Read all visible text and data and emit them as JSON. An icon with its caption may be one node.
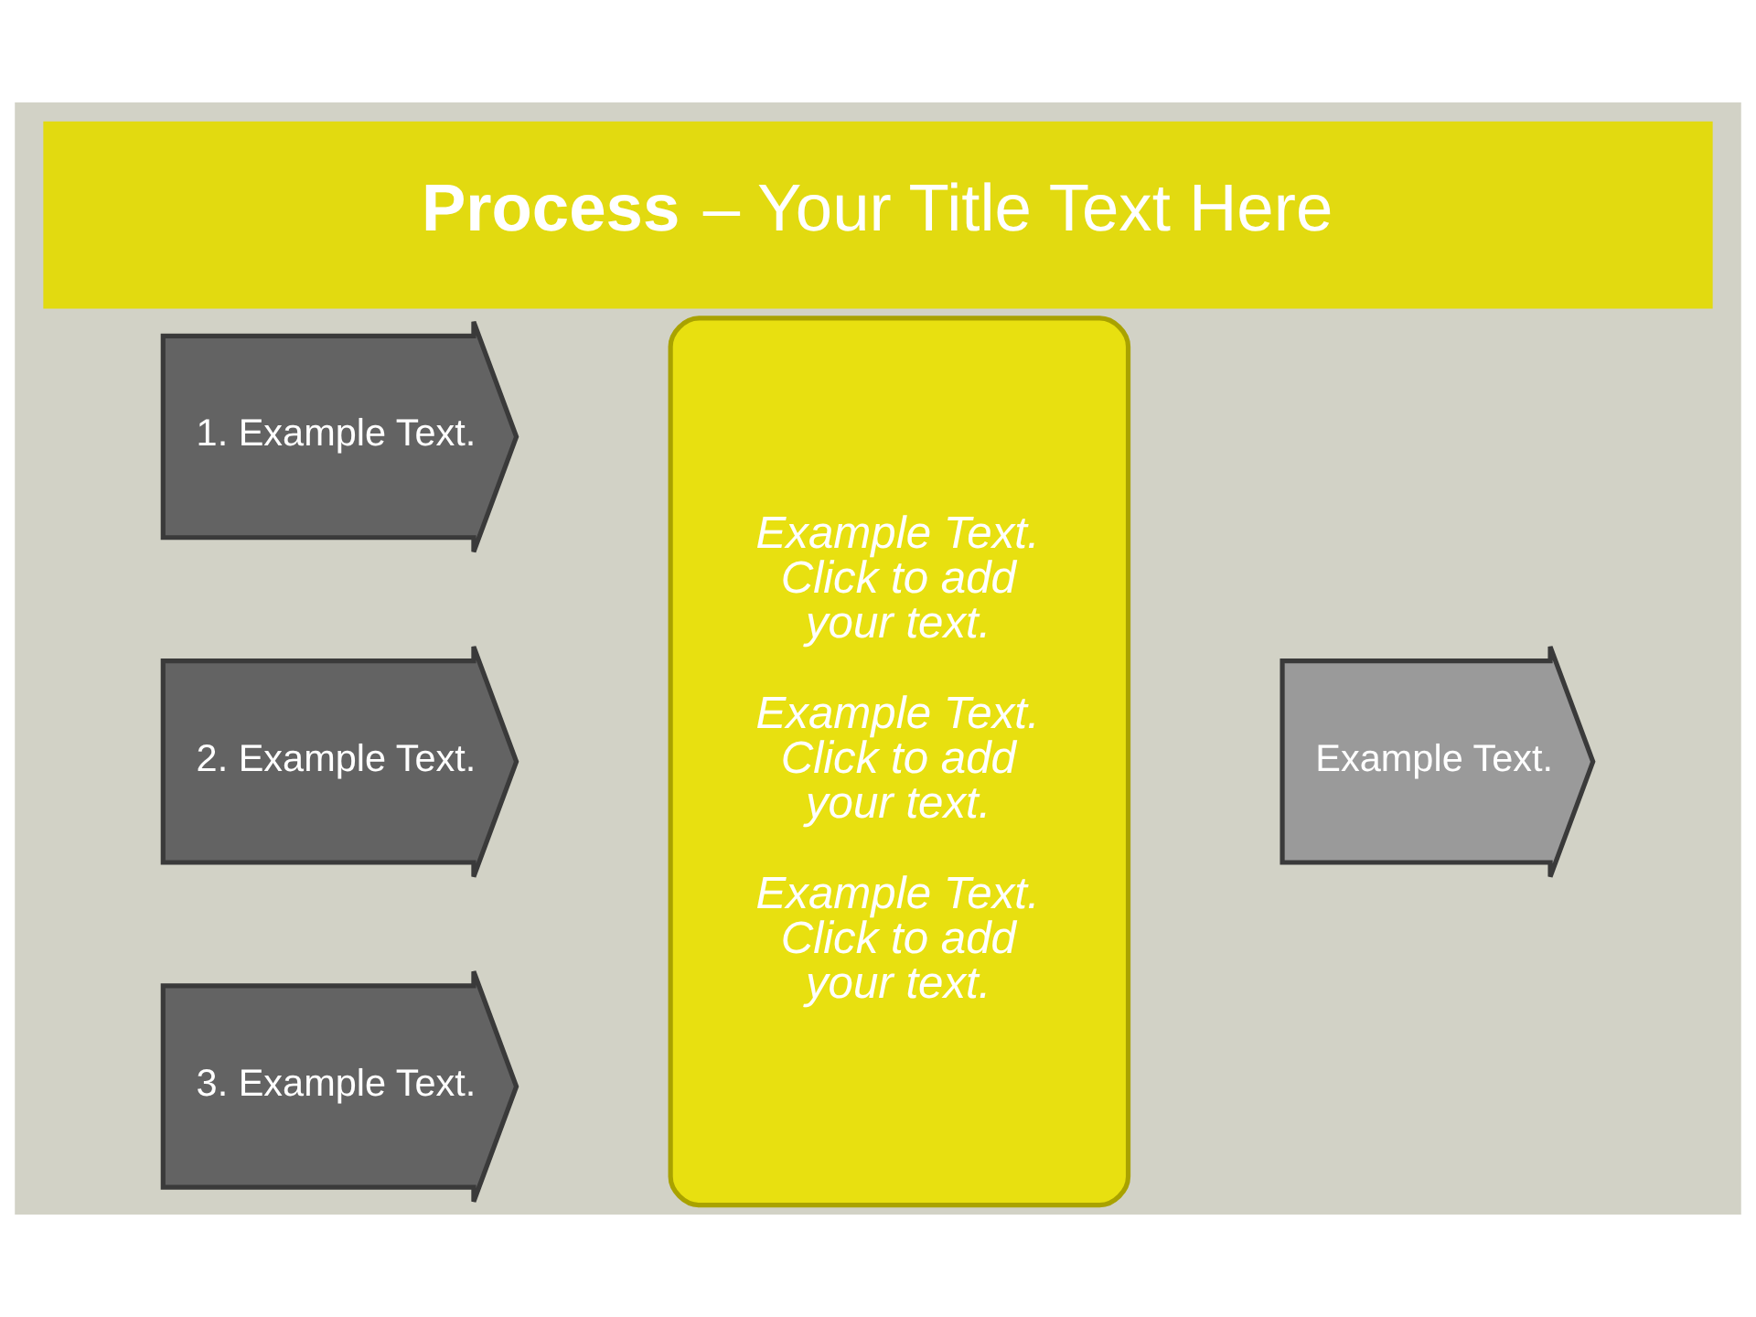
{
  "diagram": {
    "title": "**Process** – Your Title Text Here",
    "nodes": [
      {
        "text": [
          "1. Example Text."
        ]
      },
      {
        "text": [
          "2. Example Text."
        ]
      },
      {
        "text": [
          "3. Example Text."
        ]
      },
      {
        "text": [
          "Example Text. Click to add your text.",
          "Example Text. Click to add your text.",
          "Example Text. Click to add your text."
        ]
      },
      {
        "text": [
          "Example Text."
        ]
      }
    ]
  }
}
